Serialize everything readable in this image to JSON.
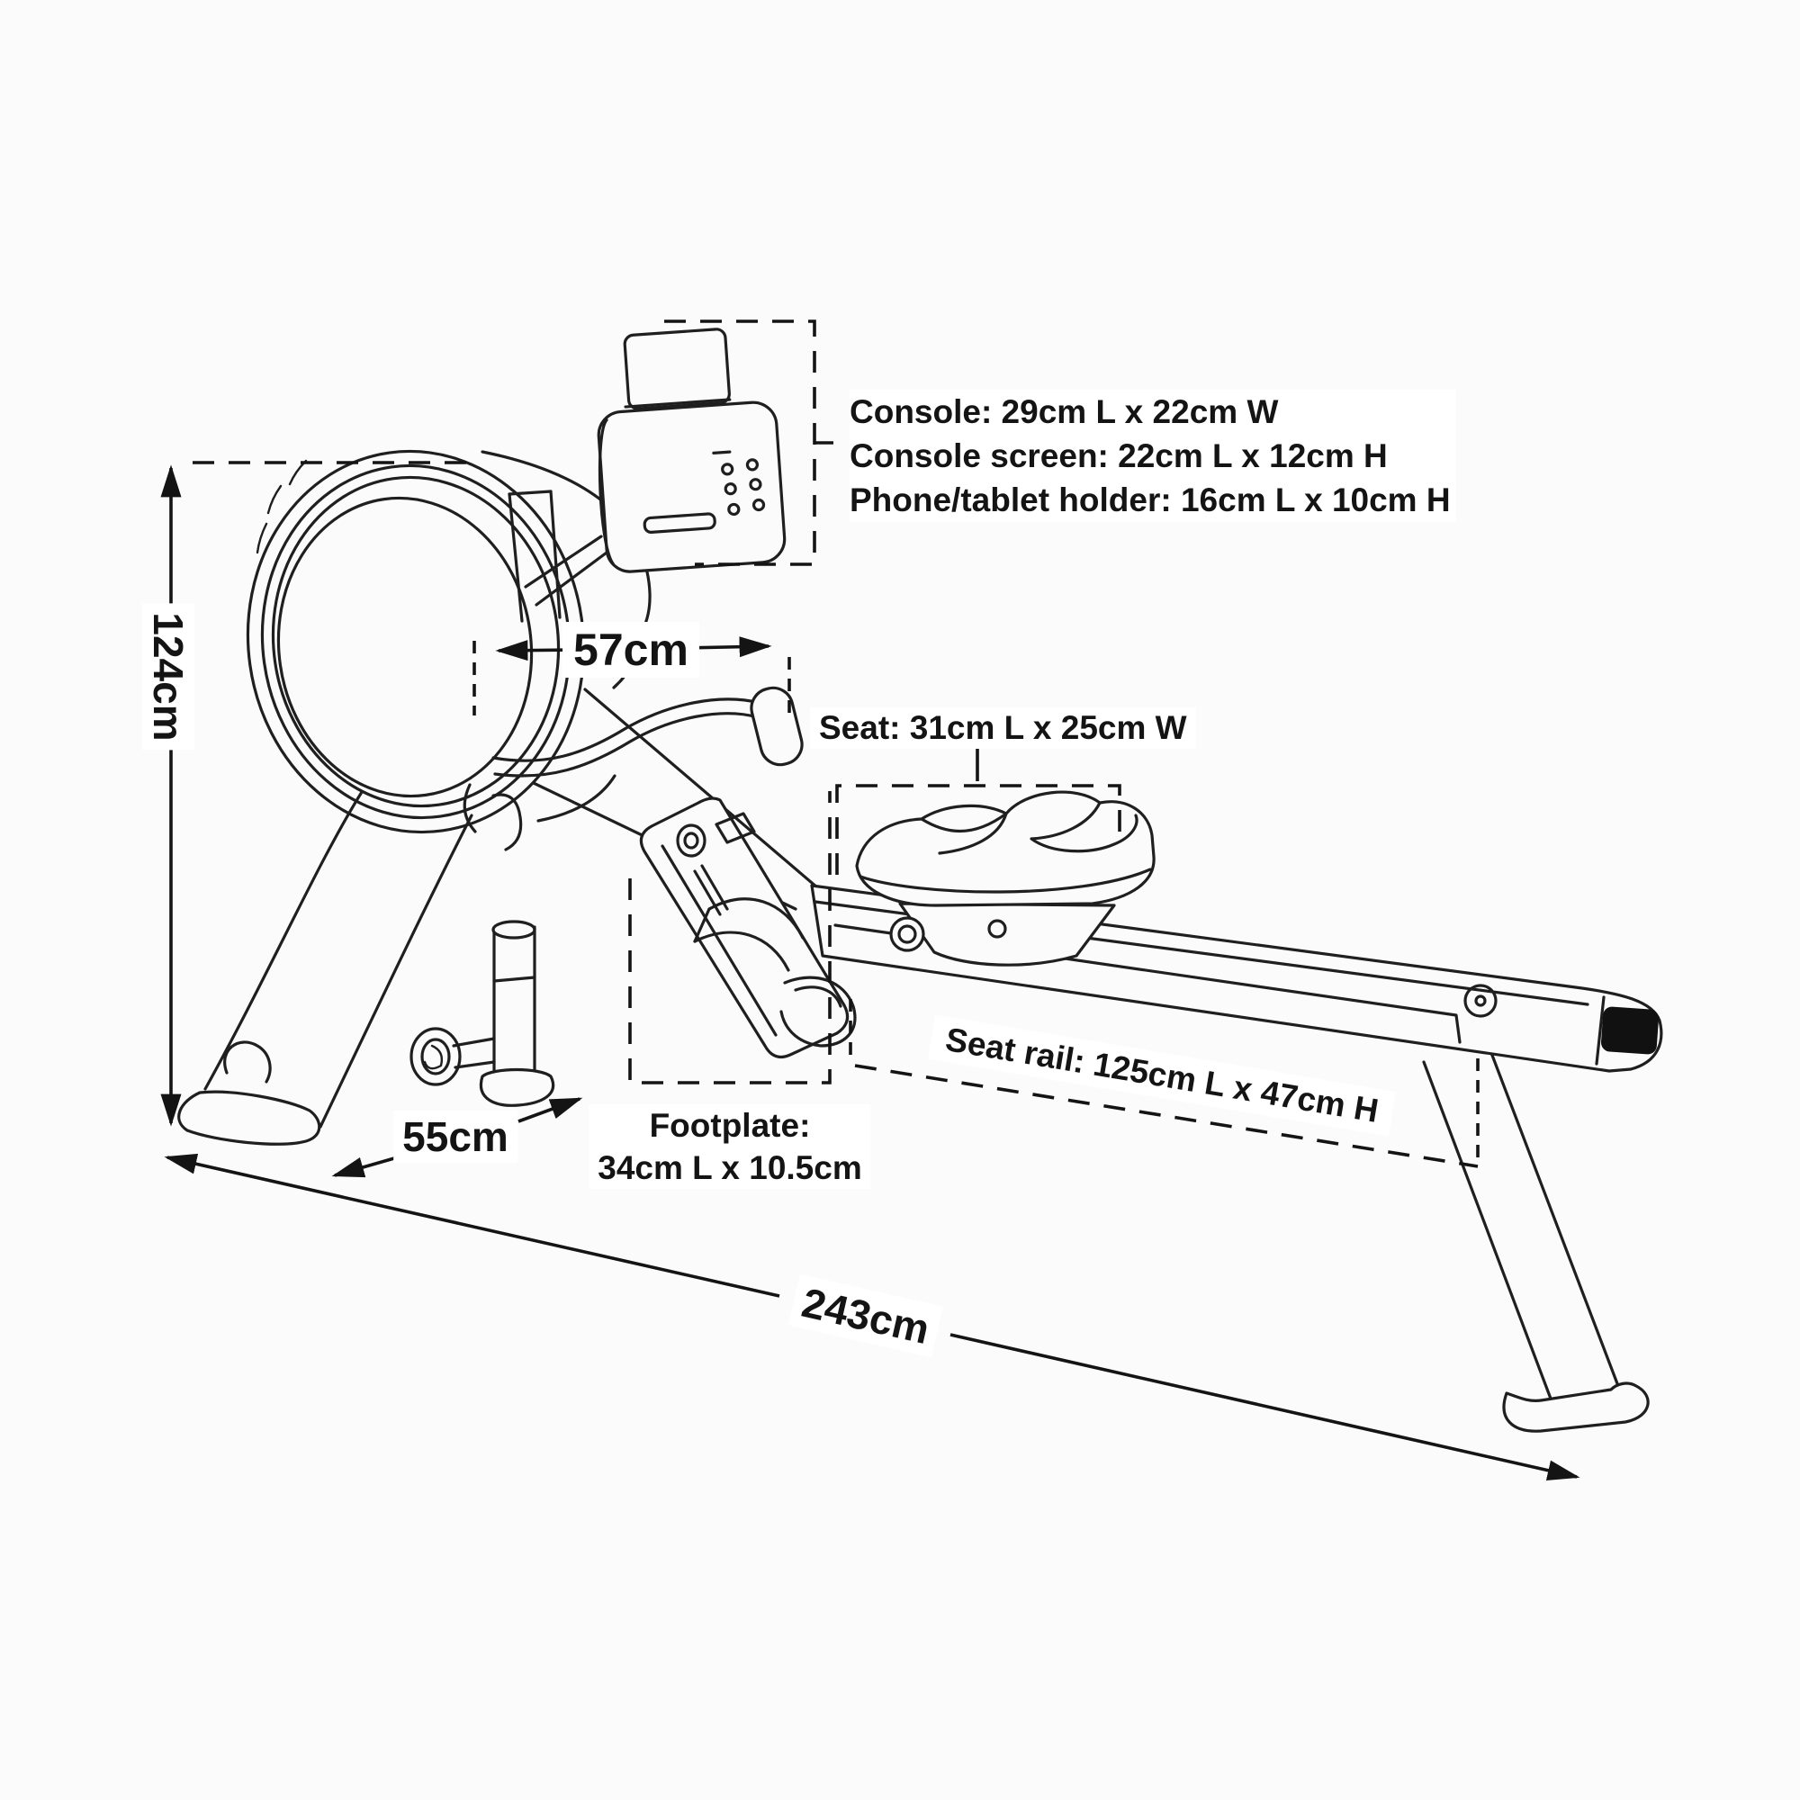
{
  "diagram": {
    "callouts": {
      "console": {
        "line1": "Console: 29cm L x 22cm W",
        "line2": "Console screen: 22cm L x 12cm H",
        "line3": "Phone/tablet holder: 16cm L x 10cm H"
      },
      "handle_width": "57cm",
      "overall_height": "124cm",
      "seat": "Seat: 31cm L x 25cm W",
      "front_width": "55cm",
      "footplate": {
        "line1": "Footplate:",
        "line2": "34cm L x 10.5cm"
      },
      "seat_rail": "Seat rail: 125cm L x 47cm H",
      "overall_length": "243cm"
    },
    "colors": {
      "ink": "#1f1f1f",
      "dimension_ink": "#141414",
      "label_text": "#141414",
      "label_background": "#ffffff",
      "page_background": "#fbfbfb",
      "end_cap_sticker": "#111111"
    }
  }
}
